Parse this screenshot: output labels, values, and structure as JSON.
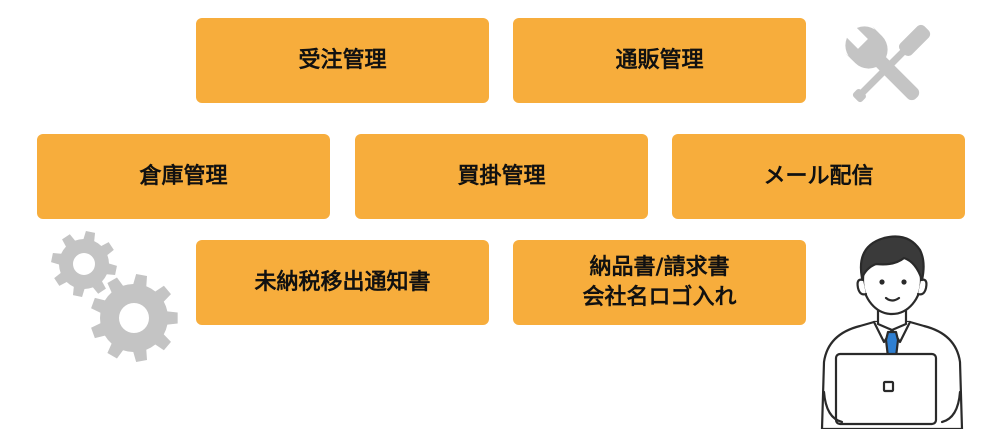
{
  "tiles": [
    {
      "label": "受注管理"
    },
    {
      "label": "通販管理"
    },
    {
      "label": "倉庫管理"
    },
    {
      "label": "買掛管理"
    },
    {
      "label": "メール配信"
    },
    {
      "label": "未納税移出通知書"
    },
    {
      "lines": [
        "納品書/請求書",
        "会社名ロゴ入れ"
      ]
    }
  ],
  "colors": {
    "tile": "#f7ad3c",
    "icon_gray": "#c4c4c4",
    "tie_blue": "#2f7fd1",
    "outline": "#2a2a2a"
  },
  "icons": [
    "wrench-screwdriver-icon",
    "gears-icon",
    "person-laptop-illustration"
  ]
}
